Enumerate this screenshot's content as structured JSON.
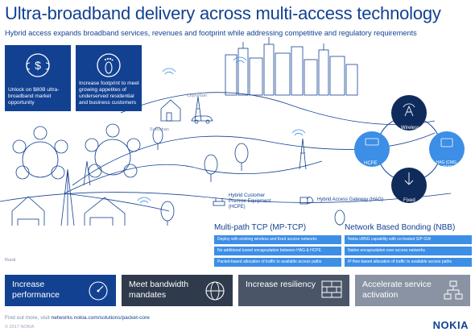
{
  "header": {
    "title": "Ultra-broadband delivery across multi-access technology",
    "subtitle": "Hybrid access expands broadband services, revenues and footprint while addressing competitive and regulatory requirements"
  },
  "info_boxes": [
    {
      "text": "Unlock on $80B ultra-broadband market opportunity",
      "icon": "dollar-icon"
    },
    {
      "text": "Increase footprint to meet growing appetites of underserved residential and business customers",
      "icon": "footprint-icon"
    }
  ],
  "areas": {
    "city": "City/urban",
    "suburban": "Suburban",
    "rural": "Rural"
  },
  "cycle": {
    "wireless": "Wireless",
    "hag": "HAG (CMG, vBNG)",
    "fixed": "Fixed",
    "hcpe": "HCPE"
  },
  "legend": {
    "hcpe": "Hybrid Customer Premise Equipment (HCPE)",
    "hag": "Hybrid Access Gateway (HAG)"
  },
  "mptcp": {
    "title": "Multi-path TCP (MP-TCP)",
    "items": [
      "Deploy with existing wireless and fixed access networks",
      "No additional tunnel encapsulation between HAG & HCPE",
      "Packet-based allocation of traffic to available access paths"
    ]
  },
  "nbb": {
    "title": "Network Based Bonding (NBB)",
    "items": [
      "Nokia vBNG capability with co-hosted S/P-GW",
      "Native encapsulation over access networks",
      "IP flow-based allocation of traffic to available access paths"
    ]
  },
  "banners": [
    {
      "label": "Increase performance",
      "icon": "speedometer-icon",
      "color": "#124191"
    },
    {
      "label": "Meet bandwidth mandates",
      "icon": "globe-icon",
      "color": "#2f3a4d"
    },
    {
      "label": "Increase resiliency",
      "icon": "brick-wall-icon",
      "color": "#4a5568"
    },
    {
      "label": "Accelerate service activation",
      "icon": "network-icon",
      "color": "#8a93a3"
    }
  ],
  "footer": {
    "find_out": "Find out more, visit",
    "url": "networks.nokia.com/solutions/packet-core",
    "copyright": "© 2017 NOKIA",
    "logo": "NOKIA"
  },
  "colors": {
    "primary": "#124191",
    "accent": "#3c8ee6",
    "dark": "#0f2b5b"
  }
}
